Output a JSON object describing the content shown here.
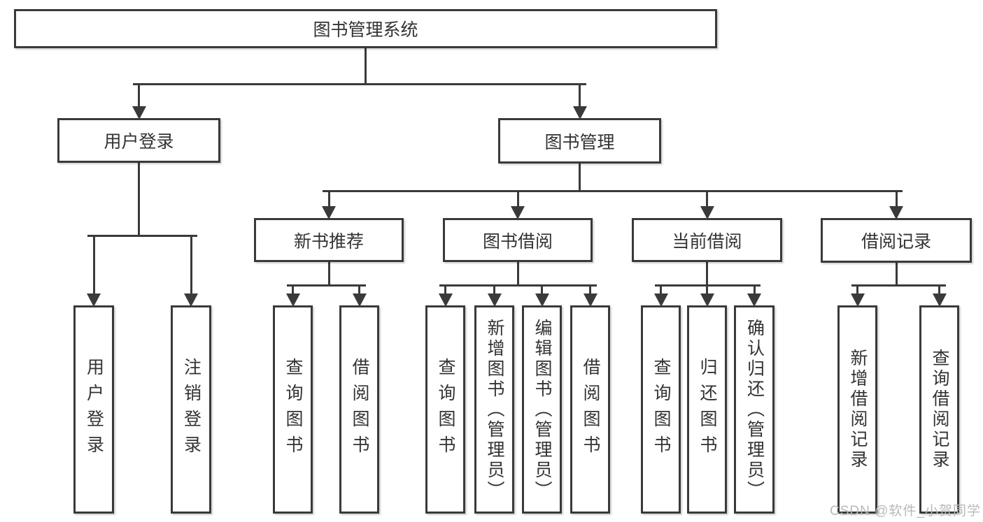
{
  "diagram": {
    "title": "图书管理系统",
    "nodes": [
      {
        "id": "root",
        "label": "图书管理系统"
      },
      {
        "id": "login",
        "label": "用户登录"
      },
      {
        "id": "mgmt",
        "label": "图书管理"
      },
      {
        "id": "newbook",
        "label": "新书推荐"
      },
      {
        "id": "borrow",
        "label": "图书借阅"
      },
      {
        "id": "current",
        "label": "当前借阅"
      },
      {
        "id": "records",
        "label": "借阅记录"
      },
      {
        "id": "login-user",
        "label": "用户登录"
      },
      {
        "id": "login-logout",
        "label": "注销登录"
      },
      {
        "id": "nb-query",
        "label": "查询图书"
      },
      {
        "id": "nb-borrow",
        "label": "借阅图书"
      },
      {
        "id": "bw-query",
        "label": "查询图书"
      },
      {
        "id": "bw-add",
        "label": "新增图书（管理员）"
      },
      {
        "id": "bw-edit",
        "label": "编辑图书（管理员）"
      },
      {
        "id": "bw-borrow",
        "label": "借阅图书"
      },
      {
        "id": "cu-query",
        "label": "查询图书"
      },
      {
        "id": "cu-return",
        "label": "归还图书"
      },
      {
        "id": "cu-confirm",
        "label": "确认归还（管理员）"
      },
      {
        "id": "rc-add",
        "label": "新增借阅记录"
      },
      {
        "id": "rc-query",
        "label": "查询借阅记录"
      }
    ],
    "edges": [
      {
        "from": "root",
        "to": [
          "login",
          "mgmt"
        ]
      },
      {
        "from": "login",
        "to": [
          "login-user",
          "login-logout"
        ]
      },
      {
        "from": "mgmt",
        "to": [
          "newbook",
          "borrow",
          "current",
          "records"
        ]
      },
      {
        "from": "newbook",
        "to": [
          "nb-query",
          "nb-borrow"
        ]
      },
      {
        "from": "borrow",
        "to": [
          "bw-query",
          "bw-add",
          "bw-edit",
          "bw-borrow"
        ]
      },
      {
        "from": "current",
        "to": [
          "cu-query",
          "cu-return",
          "cu-confirm"
        ]
      },
      {
        "from": "records",
        "to": [
          "rc-add",
          "rc-query"
        ]
      }
    ],
    "colors": {
      "line": "#3a3a3a",
      "text": "#333333",
      "background": "#ffffff",
      "watermark": "#b9b9b9"
    }
  },
  "watermark": {
    "text": "CSDN @软件_小贺同学"
  }
}
